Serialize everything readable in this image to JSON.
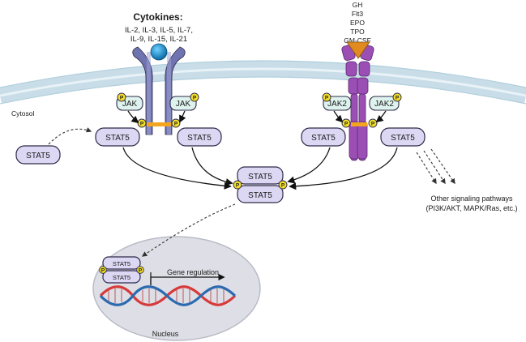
{
  "title": {
    "cytokines_heading": "Cytokines:",
    "cytokines_line1": "IL-2, IL-3, IL-5, IL-7,",
    "cytokines_line2": "IL-9, IL-15, IL-21"
  },
  "ligands_right": [
    "GH",
    "Flt3",
    "EPO",
    "TPO",
    "GM-CSF"
  ],
  "labels": {
    "cytosol": "Cytosol",
    "jak": "JAK",
    "jak2": "JAK2",
    "stat5": "STAT5",
    "p": "P",
    "nucleus": "Nucleus",
    "gene_regulation": "Gene regulation",
    "other_pathways_line1": "Other signaling pathways",
    "other_pathways_line2": "(PI3K/AKT, MAPK/Ras, etc.)"
  },
  "colors": {
    "membrane": "#c8dde8",
    "receptor_left": "#6f73b0",
    "receptor_right": "#9b4fb5",
    "ligand_left": "#1590d0",
    "ligand_right": "#e08a1f",
    "stat_box": "#dcd8f4",
    "jak_box": "#dff3ee",
    "phosphate": "#f3df2a",
    "nucleus": "#dedfe6",
    "dna_red": "#d83a3a",
    "dna_blue": "#2c6ab0"
  }
}
